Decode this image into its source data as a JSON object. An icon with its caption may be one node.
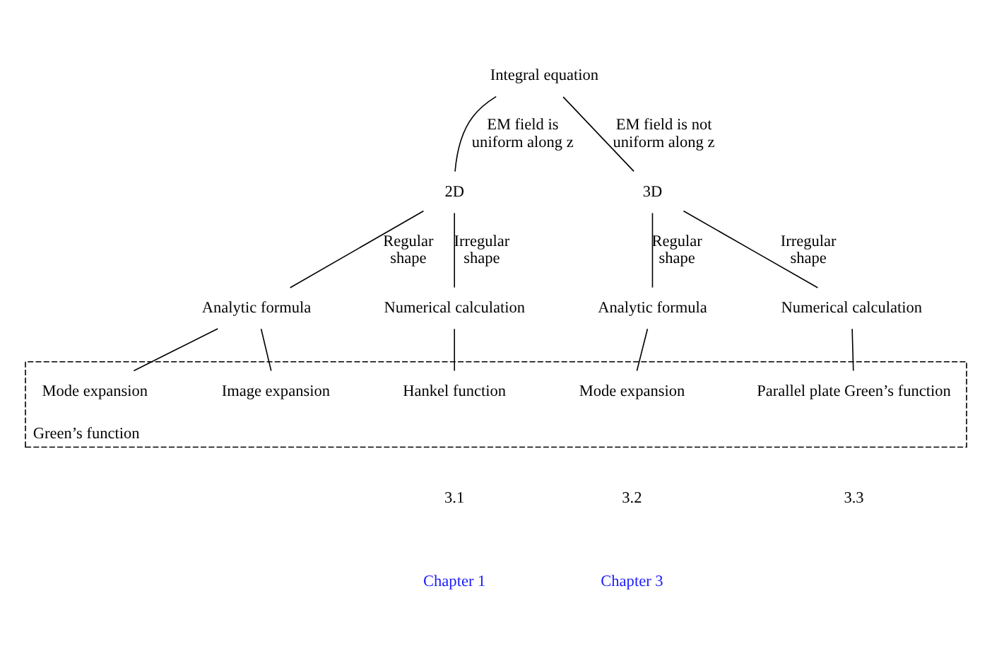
{
  "diagram": {
    "nodes": [
      {
        "text": [
          "Integral equation"
        ]
      },
      {
        "text": [
          "2D"
        ]
      },
      {
        "text": [
          "3D"
        ]
      },
      {
        "text": [
          "Analytic formula"
        ]
      },
      {
        "text": [
          "Numerical calculation"
        ]
      },
      {
        "text": [
          "Analytic formula"
        ]
      },
      {
        "text": [
          "Numerical calculation"
        ]
      },
      {
        "text": [
          "Green’s function"
        ]
      },
      {
        "text": [
          "Mode expansion"
        ],
        "in": 7
      },
      {
        "text": [
          "Image expansion"
        ],
        "in": 7
      },
      {
        "text": [
          "Hankel function"
        ],
        "in": 7
      },
      {
        "text": [
          "Mode expansion"
        ],
        "in": 7
      },
      {
        "text": [
          "Parallel plate Green’s function"
        ],
        "in": 7
      }
    ],
    "edges": [
      {
        "from": 0,
        "to": 1,
        "arrow": "none",
        "label": "EM field is uniform along z"
      },
      {
        "from": 0,
        "to": 2,
        "arrow": "none",
        "label": "EM field is not uniform along z"
      },
      {
        "from": 1,
        "to": 3,
        "arrow": "none",
        "label": "Regular shape"
      },
      {
        "from": 1,
        "to": 4,
        "arrow": "none",
        "label": "Irregular shape"
      },
      {
        "from": 2,
        "to": 5,
        "arrow": "none",
        "label": "Regular shape"
      },
      {
        "from": 2,
        "to": 6,
        "arrow": "none",
        "label": "Irregular shape"
      },
      {
        "from": 3,
        "to": 8,
        "arrow": "none"
      },
      {
        "from": 3,
        "to": 9,
        "arrow": "none"
      },
      {
        "from": 4,
        "to": 10,
        "arrow": "none"
      },
      {
        "from": 5,
        "to": 11,
        "arrow": "none"
      },
      {
        "from": 6,
        "to": 12,
        "arrow": "none"
      }
    ],
    "labels": [
      "3.1",
      "3.2",
      "3.3",
      "Chapter 1",
      "Chapter 3"
    ]
  }
}
